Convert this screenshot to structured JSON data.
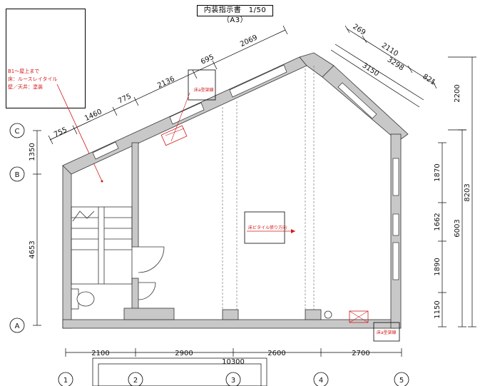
{
  "title": "内装指示書　1/50（A3）",
  "note": {
    "lines": [
      "B1～屋上まで",
      "床：ルースレイタイル",
      "壁／天井：塗装"
    ]
  },
  "labels": {
    "tile_direction": "床ビタイル張り方向",
    "wall_a": "床a型架線",
    "wall_b": "床a型架線"
  },
  "grid": {
    "rows": [
      "C",
      "B",
      "A"
    ],
    "cols": [
      "1",
      "2",
      "3",
      "4",
      "5"
    ]
  },
  "dims": {
    "bottom": [
      "2100",
      "2900",
      "2600",
      "2700"
    ],
    "bottom_total": "10300",
    "left": [
      "1350",
      "4653"
    ],
    "right_outer": "8203",
    "right_mid": "6003",
    "right_upper": "2200",
    "right_segments": [
      "1870",
      "1662",
      "1890",
      "1150"
    ],
    "slope_left": [
      "755",
      "1460",
      "775",
      "2136",
      "695",
      "2069"
    ],
    "slope_right": [
      "269",
      "2110",
      "3298",
      "821",
      "3150"
    ]
  },
  "colors": {
    "wall": "#c8c8c8",
    "accent": "#d21a1a"
  }
}
